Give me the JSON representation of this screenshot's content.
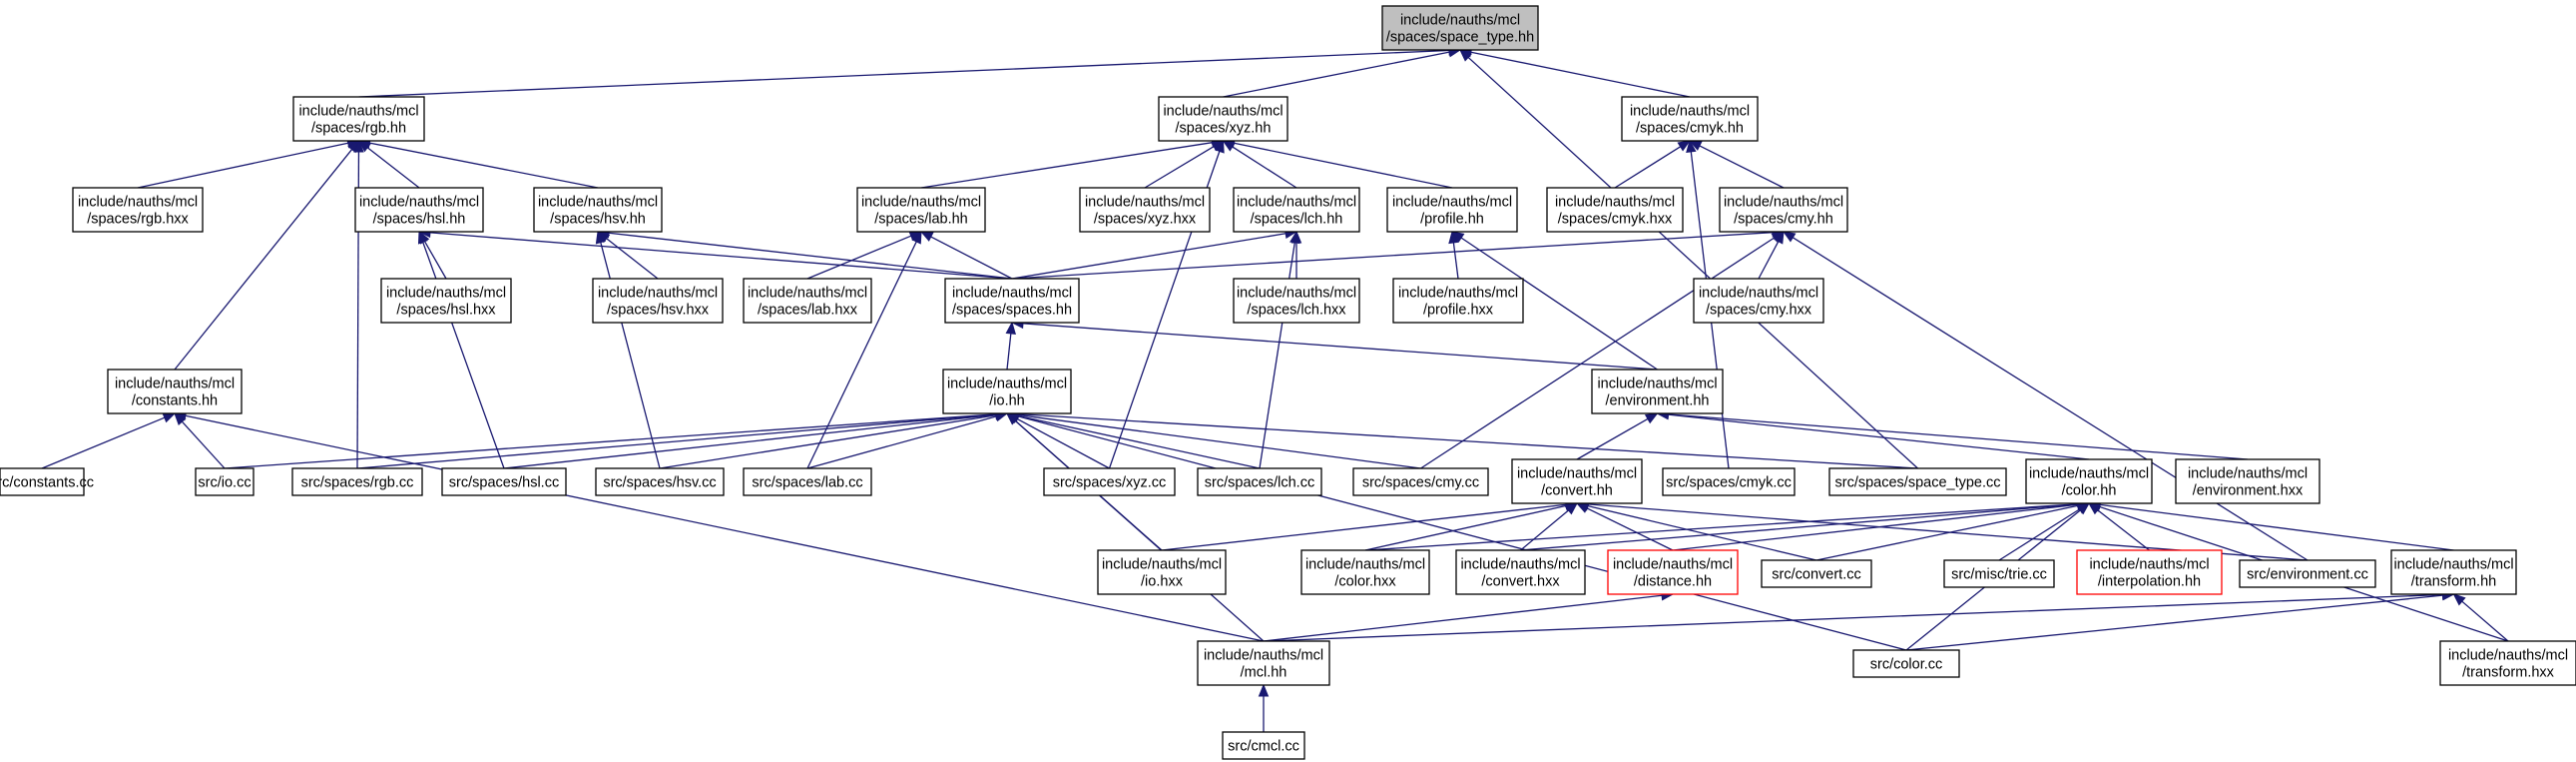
{
  "diagram": {
    "nodes": [
      {
        "id": "root",
        "lines": [
          "include/nauths/mcl",
          "/spaces/space_type.hh"
        ],
        "style": "root"
      },
      {
        "id": "rgbhh",
        "lines": [
          "include/nauths/mcl",
          "/spaces/rgb.hh"
        ]
      },
      {
        "id": "xyzhh",
        "lines": [
          "include/nauths/mcl",
          "/spaces/xyz.hh"
        ]
      },
      {
        "id": "cmykhh",
        "lines": [
          "include/nauths/mcl",
          "/spaces/cmyk.hh"
        ]
      },
      {
        "id": "rgbhxx",
        "lines": [
          "include/nauths/mcl",
          "/spaces/rgb.hxx"
        ]
      },
      {
        "id": "hslhh",
        "lines": [
          "include/nauths/mcl",
          "/spaces/hsl.hh"
        ]
      },
      {
        "id": "hsvhh",
        "lines": [
          "include/nauths/mcl",
          "/spaces/hsv.hh"
        ]
      },
      {
        "id": "labhh",
        "lines": [
          "include/nauths/mcl",
          "/spaces/lab.hh"
        ]
      },
      {
        "id": "xyzhxx",
        "lines": [
          "include/nauths/mcl",
          "/spaces/xyz.hxx"
        ]
      },
      {
        "id": "lchhh",
        "lines": [
          "include/nauths/mcl",
          "/spaces/lch.hh"
        ]
      },
      {
        "id": "profilehh",
        "lines": [
          "include/nauths/mcl",
          "/profile.hh"
        ]
      },
      {
        "id": "cmykhxx",
        "lines": [
          "include/nauths/mcl",
          "/spaces/cmyk.hxx"
        ]
      },
      {
        "id": "cmyhh",
        "lines": [
          "include/nauths/mcl",
          "/spaces/cmy.hh"
        ]
      },
      {
        "id": "hslhxx",
        "lines": [
          "include/nauths/mcl",
          "/spaces/hsl.hxx"
        ]
      },
      {
        "id": "hsvhxx",
        "lines": [
          "include/nauths/mcl",
          "/spaces/hsv.hxx"
        ]
      },
      {
        "id": "labhxx",
        "lines": [
          "include/nauths/mcl",
          "/spaces/lab.hxx"
        ]
      },
      {
        "id": "spaceshh",
        "lines": [
          "include/nauths/mcl",
          "/spaces/spaces.hh"
        ]
      },
      {
        "id": "lchhxx",
        "lines": [
          "include/nauths/mcl",
          "/spaces/lch.hxx"
        ]
      },
      {
        "id": "profilehxx",
        "lines": [
          "include/nauths/mcl",
          "/profile.hxx"
        ]
      },
      {
        "id": "cmyhxx",
        "lines": [
          "include/nauths/mcl",
          "/spaces/cmy.hxx"
        ]
      },
      {
        "id": "constantshh",
        "lines": [
          "include/nauths/mcl",
          "/constants.hh"
        ]
      },
      {
        "id": "iohh",
        "lines": [
          "include/nauths/mcl",
          "/io.hh"
        ]
      },
      {
        "id": "envhh",
        "lines": [
          "include/nauths/mcl",
          "/environment.hh"
        ]
      },
      {
        "id": "constantscc",
        "lines": [
          "src/constants.cc"
        ]
      },
      {
        "id": "iocc",
        "lines": [
          "src/io.cc"
        ]
      },
      {
        "id": "rgbcc",
        "lines": [
          "src/spaces/rgb.cc"
        ]
      },
      {
        "id": "hslcc",
        "lines": [
          "src/spaces/hsl.cc"
        ]
      },
      {
        "id": "hsvcc",
        "lines": [
          "src/spaces/hsv.cc"
        ]
      },
      {
        "id": "labcc",
        "lines": [
          "src/spaces/lab.cc"
        ]
      },
      {
        "id": "xyzcc",
        "lines": [
          "src/spaces/xyz.cc"
        ]
      },
      {
        "id": "lchcc",
        "lines": [
          "src/spaces/lch.cc"
        ]
      },
      {
        "id": "cmycc",
        "lines": [
          "src/spaces/cmy.cc"
        ]
      },
      {
        "id": "converthh",
        "lines": [
          "include/nauths/mcl",
          "/convert.hh"
        ]
      },
      {
        "id": "cmykcc",
        "lines": [
          "src/spaces/cmyk.cc"
        ]
      },
      {
        "id": "spacetypecc",
        "lines": [
          "src/spaces/space_type.cc"
        ]
      },
      {
        "id": "colorhh",
        "lines": [
          "include/nauths/mcl",
          "/color.hh"
        ]
      },
      {
        "id": "envhxx",
        "lines": [
          "include/nauths/mcl",
          "/environment.hxx"
        ]
      },
      {
        "id": "iohxx",
        "lines": [
          "include/nauths/mcl",
          "/io.hxx"
        ]
      },
      {
        "id": "colorhxx",
        "lines": [
          "include/nauths/mcl",
          "/color.hxx"
        ]
      },
      {
        "id": "converthxx",
        "lines": [
          "include/nauths/mcl",
          "/convert.hxx"
        ]
      },
      {
        "id": "distancehh",
        "lines": [
          "include/nauths/mcl",
          "/distance.hh"
        ],
        "style": "red"
      },
      {
        "id": "convertcc",
        "lines": [
          "src/convert.cc"
        ]
      },
      {
        "id": "triecc",
        "lines": [
          "src/misc/trie.cc"
        ]
      },
      {
        "id": "interphh",
        "lines": [
          "include/nauths/mcl",
          "/interpolation.hh"
        ],
        "style": "red"
      },
      {
        "id": "envcc",
        "lines": [
          "src/environment.cc"
        ]
      },
      {
        "id": "transformhh",
        "lines": [
          "include/nauths/mcl",
          "/transform.hh"
        ]
      },
      {
        "id": "mclhh",
        "lines": [
          "include/nauths/mcl",
          "/mcl.hh"
        ]
      },
      {
        "id": "colorcc",
        "lines": [
          "src/color.cc"
        ]
      },
      {
        "id": "transformhxx",
        "lines": [
          "include/nauths/mcl",
          "/transform.hxx"
        ]
      },
      {
        "id": "cmclcc",
        "lines": [
          "src/cmcl.cc"
        ]
      }
    ],
    "edges": [
      [
        "rgbhh",
        "root"
      ],
      [
        "xyzhh",
        "root"
      ],
      [
        "cmykhh",
        "root"
      ],
      [
        "spacetypecc",
        "root"
      ],
      [
        "rgbhxx",
        "rgbhh"
      ],
      [
        "hslhh",
        "rgbhh"
      ],
      [
        "hsvhh",
        "rgbhh"
      ],
      [
        "constantshh",
        "rgbhh"
      ],
      [
        "rgbcc",
        "rgbhh"
      ],
      [
        "labhh",
        "xyzhh"
      ],
      [
        "xyzhxx",
        "xyzhh"
      ],
      [
        "lchhh",
        "xyzhh"
      ],
      [
        "profilehh",
        "xyzhh"
      ],
      [
        "xyzcc",
        "xyzhh"
      ],
      [
        "cmykhxx",
        "cmykhh"
      ],
      [
        "cmyhh",
        "cmykhh"
      ],
      [
        "cmykcc",
        "cmykhh"
      ],
      [
        "hslhxx",
        "hslhh"
      ],
      [
        "spaceshh",
        "hslhh"
      ],
      [
        "hslcc",
        "hslhh"
      ],
      [
        "hsvhxx",
        "hsvhh"
      ],
      [
        "spaceshh",
        "hsvhh"
      ],
      [
        "hsvcc",
        "hsvhh"
      ],
      [
        "labhxx",
        "labhh"
      ],
      [
        "spaceshh",
        "labhh"
      ],
      [
        "labcc",
        "labhh"
      ],
      [
        "lchhxx",
        "lchhh"
      ],
      [
        "spaceshh",
        "lchhh"
      ],
      [
        "lchcc",
        "lchhh"
      ],
      [
        "profilehxx",
        "profilehh"
      ],
      [
        "envhh",
        "profilehh"
      ],
      [
        "cmyhxx",
        "cmyhh"
      ],
      [
        "spaceshh",
        "cmyhh"
      ],
      [
        "cmycc",
        "cmyhh"
      ],
      [
        "envcc",
        "cmyhh"
      ],
      [
        "iohh",
        "spaceshh"
      ],
      [
        "envhh",
        "spaceshh"
      ],
      [
        "constantscc",
        "constantshh"
      ],
      [
        "iocc",
        "constantshh"
      ],
      [
        "mclhh",
        "constantshh"
      ],
      [
        "iocc",
        "iohh"
      ],
      [
        "rgbcc",
        "iohh"
      ],
      [
        "hslcc",
        "iohh"
      ],
      [
        "hsvcc",
        "iohh"
      ],
      [
        "labcc",
        "iohh"
      ],
      [
        "xyzcc",
        "iohh"
      ],
      [
        "lchcc",
        "iohh"
      ],
      [
        "cmycc",
        "iohh"
      ],
      [
        "spacetypecc",
        "iohh"
      ],
      [
        "iohxx",
        "iohh"
      ],
      [
        "mclhh",
        "iohh"
      ],
      [
        "colorcc",
        "iohh"
      ],
      [
        "converthh",
        "envhh"
      ],
      [
        "colorhh",
        "envhh"
      ],
      [
        "envhxx",
        "envhh"
      ],
      [
        "iohxx",
        "converthh"
      ],
      [
        "colorhxx",
        "converthh"
      ],
      [
        "converthxx",
        "converthh"
      ],
      [
        "distancehh",
        "converthh"
      ],
      [
        "convertcc",
        "converthh"
      ],
      [
        "envcc",
        "converthh"
      ],
      [
        "colorhxx",
        "colorhh"
      ],
      [
        "converthxx",
        "colorhh"
      ],
      [
        "distancehh",
        "colorhh"
      ],
      [
        "convertcc",
        "colorhh"
      ],
      [
        "triecc",
        "colorhh"
      ],
      [
        "interphh",
        "colorhh"
      ],
      [
        "transformhh",
        "colorhh"
      ],
      [
        "colorcc",
        "colorhh"
      ],
      [
        "transformhxx",
        "colorhh"
      ],
      [
        "mclhh",
        "distancehh"
      ],
      [
        "mclhh",
        "transformhh"
      ],
      [
        "colorcc",
        "transformhh"
      ],
      [
        "transformhxx",
        "transformhh"
      ],
      [
        "cmclcc",
        "mclhh"
      ]
    ]
  },
  "colors": {
    "edge": "#191970",
    "root_fill": "#bfbfbf",
    "highlight_border": "#ff0000"
  }
}
